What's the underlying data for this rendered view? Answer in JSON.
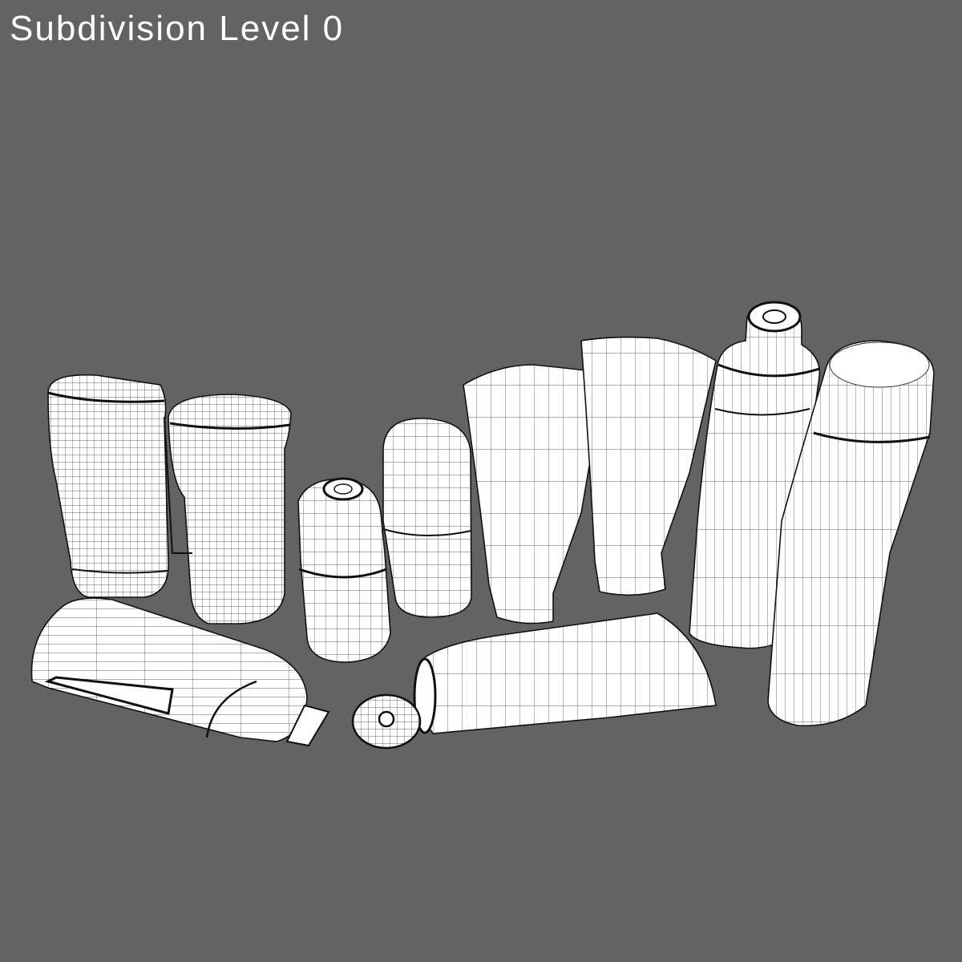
{
  "title": "Subdivision Level 0",
  "colors": {
    "background": "#636363",
    "mesh_fill": "#ffffff",
    "wire": "#111111",
    "title_text": "#ffffff"
  },
  "objects": [
    {
      "name": "stick-deodorant-left"
    },
    {
      "name": "stick-deodorant-right"
    },
    {
      "name": "small-capped-bottle"
    },
    {
      "name": "roll-on-bottle"
    },
    {
      "name": "standing-tube-1"
    },
    {
      "name": "standing-tube-2"
    },
    {
      "name": "spray-can"
    },
    {
      "name": "tall-bottle"
    },
    {
      "name": "lying-flip-cap-bottle"
    },
    {
      "name": "lying-tube"
    },
    {
      "name": "tube-cap"
    }
  ]
}
